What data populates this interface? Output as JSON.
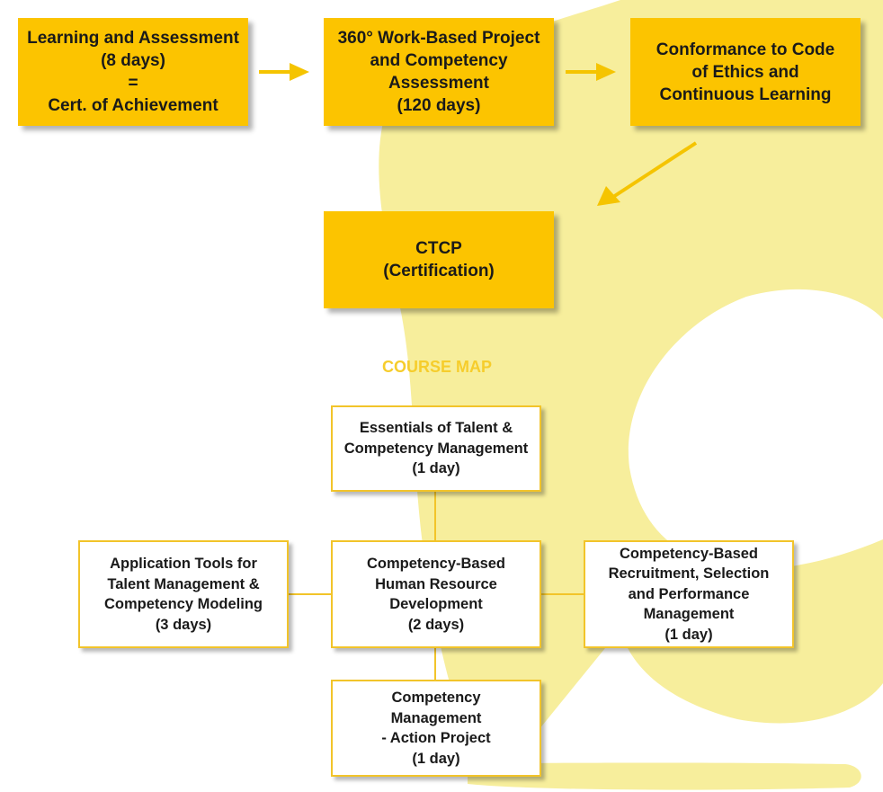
{
  "colors": {
    "box_fill": "#fcc400",
    "outline_border": "#f2c42a",
    "background_shape": "#f7ee9c",
    "arrow": "#f5c400",
    "course_map_title": "#f6cd2c"
  },
  "process": {
    "learning_box": [
      "Learning and Assessment",
      "(8 days)",
      "=",
      "Cert. of Achievement"
    ],
    "project_box": [
      "360° Work-Based Project",
      "and Competency",
      "Assessment",
      "(120 days)"
    ],
    "ethics_box": [
      "Conformance to Code",
      "of Ethics and",
      "Continuous Learning"
    ],
    "ctcp_box": [
      "CTCP",
      "(Certification)"
    ]
  },
  "course_map": {
    "title": "COURSE MAP",
    "essentials": [
      "Essentials of Talent &",
      "Competency Management",
      "(1 day)"
    ],
    "application_tools": [
      "Application Tools for",
      "Talent Management &",
      "Competency Modeling",
      "(3 days)"
    ],
    "hrd": [
      "Competency-Based",
      "Human Resource",
      "Development",
      "(2 days)"
    ],
    "recruitment": [
      "Competency-Based",
      "Recruitment, Selection",
      "and Performance",
      "Management",
      "(1 day)"
    ],
    "action_project": [
      "Competency",
      "Management",
      "- Action Project",
      "(1 day)"
    ]
  }
}
